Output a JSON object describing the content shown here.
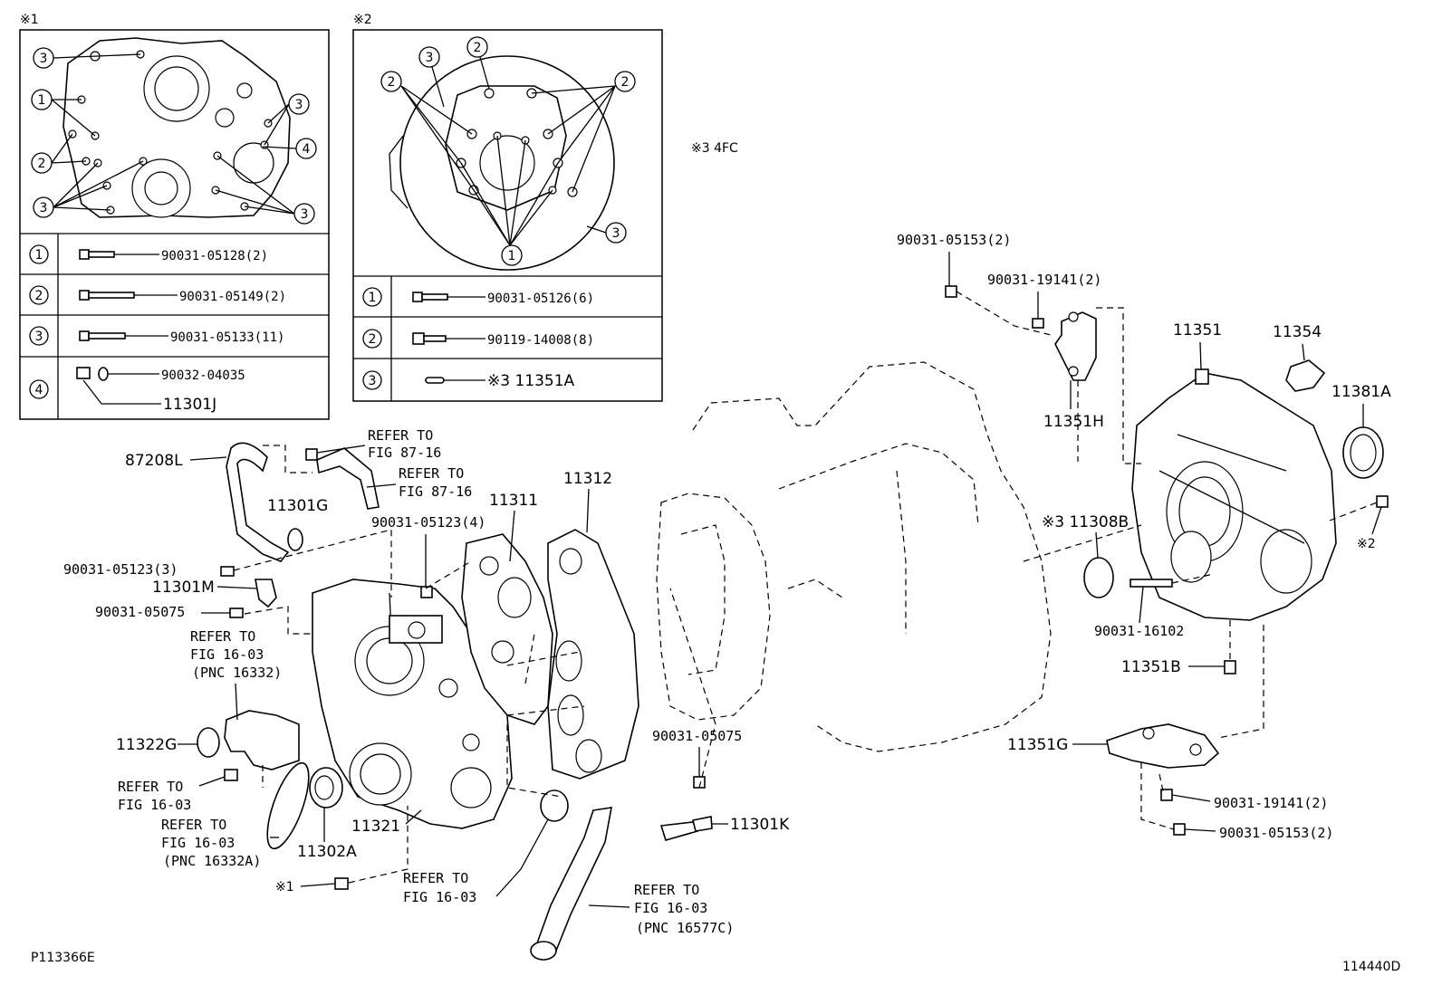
{
  "inset1": {
    "mark": "※1",
    "rows": [
      {
        "num": "1",
        "part": "90031-05128(2)"
      },
      {
        "num": "2",
        "part": "90031-05149(2)"
      },
      {
        "num": "3",
        "part": "90031-05133(11)"
      },
      {
        "num": "4",
        "part_a": "90032-04035",
        "part_b": "11301J"
      }
    ],
    "callouts": [
      "3",
      "1",
      "2",
      "3",
      "3",
      "4",
      "3"
    ]
  },
  "inset2": {
    "mark": "※2",
    "rows": [
      {
        "num": "1",
        "part": "90031-05126(6)"
      },
      {
        "num": "2",
        "part": "90119-14008(8)"
      },
      {
        "num": "3",
        "part": "※3 11351A"
      }
    ],
    "callouts": [
      "2",
      "3",
      "2",
      "2",
      "1",
      "3"
    ]
  },
  "note_4fc": "※3 4FC",
  "labels": {
    "p87208L": "87208L",
    "refer_87_a": "REFER TO",
    "refer_87_a2": "FIG 87-16",
    "refer_87_b": "REFER TO",
    "refer_87_b2": "FIG 87-16",
    "p11301G": "11301G",
    "p11311": "11311",
    "p11312": "11312",
    "b90031_05123_4": "90031-05123(4)",
    "b90031_05123_3": "90031-05123(3)",
    "p11301M": "11301M",
    "b90031_05075_a": "90031-05075",
    "refer_16_a1": "REFER TO",
    "refer_16_a2": "FIG 16-03",
    "refer_16_a3": "(PNC 16332)",
    "p11322G": "11322G",
    "refer_16_b1": "REFER TO",
    "refer_16_b2": "FIG 16-03",
    "refer_16_c1": "REFER TO",
    "refer_16_c2": "FIG 16-03",
    "refer_16_c3": "(PNC 16332A)",
    "p11302A": "11302A",
    "p11321": "11321",
    "mark1": "※1",
    "refer_16_d1": "REFER TO",
    "refer_16_d2": "FIG 16-03",
    "refer_16_e1": "REFER TO",
    "refer_16_e2": "FIG 16-03",
    "refer_16_e3": "(PNC 16577C)",
    "b90031_05075_b": "90031-05075",
    "p11301K": "11301K",
    "b90031_05153_top": "90031-05153(2)",
    "b90031_19141_top": "90031-19141(2)",
    "p11351H": "11351H",
    "p11351": "11351",
    "p11354": "11354",
    "p11381A": "11381A",
    "mark3_11308B": "※3 11308B",
    "mark2": "※2",
    "b90031_16102": "90031-16102",
    "p11351B": "11351B",
    "p11351G": "11351G",
    "b90031_19141_bot": "90031-19141(2)",
    "b90031_05153_bot": "90031-05153(2)"
  },
  "footer": {
    "left_code": "P113366E",
    "right_code": "114440D"
  }
}
